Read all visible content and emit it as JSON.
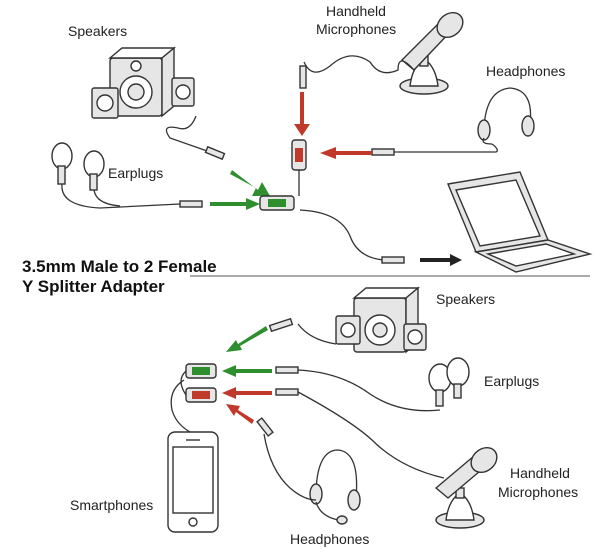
{
  "title": {
    "line1": "3.5mm Male to 2 Female",
    "line2": "Y Splitter Adapter"
  },
  "top_section": {
    "labels": {
      "speakers": "Speakers",
      "microphone_line1": "Handheld",
      "microphone_line2": "Microphones",
      "headphones": "Headphones",
      "earplugs": "Earplugs"
    }
  },
  "bottom_section": {
    "labels": {
      "speakers": "Speakers",
      "earplugs": "Earplugs",
      "microphone_line1": "Handheld",
      "microphone_line2": "Microphones",
      "smartphones": "Smartphones",
      "headphones": "Headphones"
    }
  },
  "colors": {
    "audio_out": "#2f8f2f",
    "mic_in": "#c0392b",
    "line": "#333333"
  }
}
